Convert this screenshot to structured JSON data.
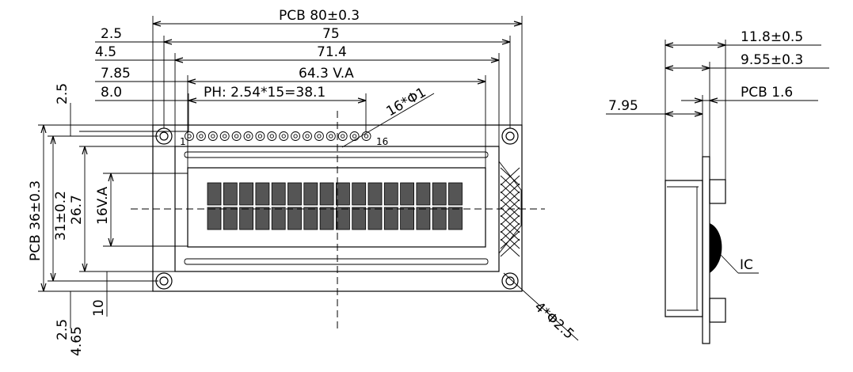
{
  "front_view": {
    "dims_top": {
      "pcb_width": "PCB  80±0.3",
      "hole_pitch": "75",
      "frame_width": "71.4",
      "view_area_width": "64.3  V.A",
      "pin_header": "PH: 2.54*15=38.1"
    },
    "dims_left_offsets": {
      "hole_offset": "2.5",
      "frame_offset": "4.5",
      "va_offset": "7.85",
      "pin_offset": "8.0"
    },
    "dims_vertical": {
      "top_margin": "2.5",
      "pcb_height": "PCB  36±0.3",
      "hole_pitch_v": "31±0.2",
      "frame_height": "26.7",
      "view_area_height": "16V.A",
      "bottom_margin": "2.5",
      "bottom_offset": "4.65",
      "pin_to_bottom": "10"
    },
    "callouts": {
      "pin_holes": "16*Φ1",
      "mount_holes": "4*Φ2.5",
      "pin_first": "1",
      "pin_last": "16"
    }
  },
  "side_view": {
    "total_thickness": "11.8±0.5",
    "module_thickness": "9.55±0.3",
    "pcb_thickness": "PCB  1.6",
    "glass_offset": "7.95",
    "ic_label": "IC"
  }
}
